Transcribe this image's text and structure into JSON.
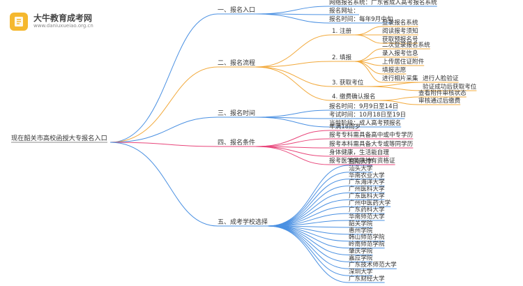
{
  "brand": {
    "name": "大牛教育成考网",
    "domain": "www.daniuxueiao.org.cn",
    "accent": "#f5b82e"
  },
  "root": "现在韶关市高校函授大专报名入口",
  "colors": {
    "branch1": "#4a90e2",
    "branch2": "#f2a93b",
    "branch3": "#4a90e2",
    "branch4": "#e8457a",
    "branch5": "#4a90e2",
    "root_line": "#888888"
  },
  "branches": [
    {
      "label": "一、报名入口",
      "children": [
        {
          "label": "网络报名系统：广东省成人高考报名系统"
        },
        {
          "label": "报名网址："
        },
        {
          "label": "报名时间：每年9月中旬"
        }
      ]
    },
    {
      "label": "二、报名流程",
      "children": [
        {
          "label": "1. 注册",
          "children": [
            "登录报名系统",
            "阅读报考须知",
            "获取预报名号"
          ]
        },
        {
          "label": "2. 填报",
          "children": [
            "二次登录报名系统",
            "录入报考信息",
            "上传居住证附件",
            "填报志愿",
            "进行相片采集"
          ]
        },
        {
          "label": "3. 获取考位",
          "children": [
            "进行人脸验证",
            "验证成功后获取考位"
          ]
        },
        {
          "label": "4. 缴费确认报名",
          "children": [
            "查看附件审核状态",
            "审核通过后缴费"
          ]
        }
      ]
    },
    {
      "label": "三、报名时间",
      "children": [
        {
          "label": "报名时间：9月9日至14日"
        },
        {
          "label": "考试时间：10月18日至19日"
        },
        {
          "label": "当前阶段：成人高考预报名"
        }
      ]
    },
    {
      "label": "四、报名条件",
      "children": [
        {
          "label": "年满18周岁"
        },
        {
          "label": "报考专科需具备高中或中专学历"
        },
        {
          "label": "报考本科需具备大专或等同学历"
        },
        {
          "label": "身体健康，生活能自理"
        },
        {
          "label": "报考医学类需持有资格证"
        }
      ]
    },
    {
      "label": "五、成考学校选择",
      "children": [
        {
          "label": "暨南大学"
        },
        {
          "label": "汕头大学"
        },
        {
          "label": "华南农业大学"
        },
        {
          "label": "广东海洋大学"
        },
        {
          "label": "广州医科大学"
        },
        {
          "label": "广东医科大学"
        },
        {
          "label": "广州中医药大学"
        },
        {
          "label": "广东药科大学"
        },
        {
          "label": "华南师范大学"
        },
        {
          "label": "韶关学院"
        },
        {
          "label": "惠州学院"
        },
        {
          "label": "韩山师范学院"
        },
        {
          "label": "岭南师范学院"
        },
        {
          "label": "肇庆学院"
        },
        {
          "label": "嘉应学院"
        },
        {
          "label": "广东技术师范大学"
        },
        {
          "label": "深圳大学"
        },
        {
          "label": "广东财经大学"
        }
      ]
    }
  ]
}
